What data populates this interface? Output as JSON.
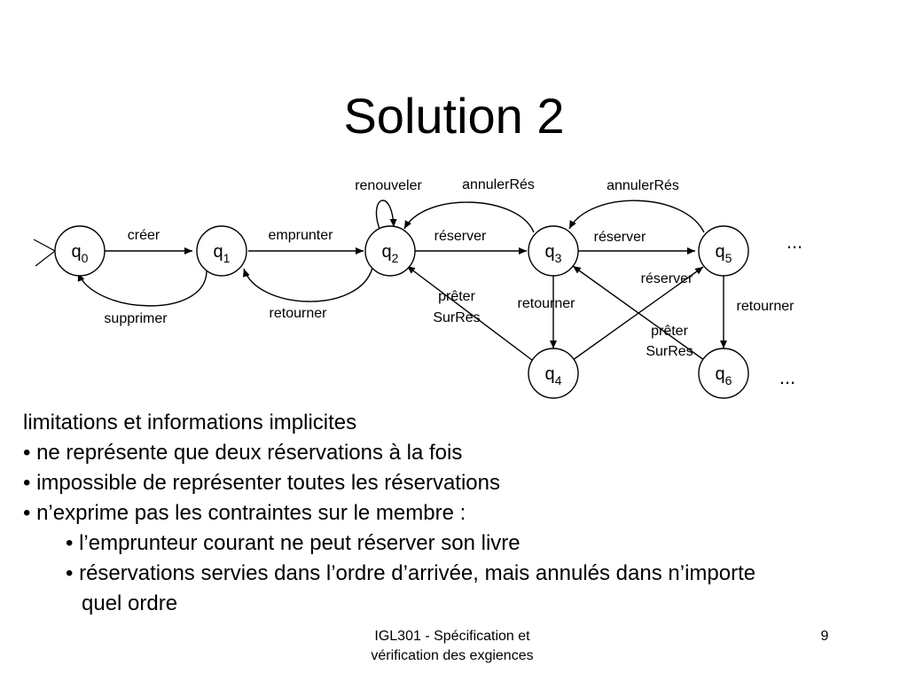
{
  "slide": {
    "title": "Solution 2",
    "page_number": "9",
    "footer_line1": "IGL301 - Spécification et",
    "footer_line2": "vérification des exgiences"
  },
  "diagram": {
    "states": [
      {
        "id": "q0",
        "base": "q",
        "sub": "0"
      },
      {
        "id": "q1",
        "base": "q",
        "sub": "1"
      },
      {
        "id": "q2",
        "base": "q",
        "sub": "2"
      },
      {
        "id": "q3",
        "base": "q",
        "sub": "3"
      },
      {
        "id": "q5",
        "base": "q",
        "sub": "5"
      },
      {
        "id": "q4",
        "base": "q",
        "sub": "4"
      },
      {
        "id": "q6",
        "base": "q",
        "sub": "6"
      }
    ],
    "labels": {
      "creer": "créer",
      "supprimer": "supprimer",
      "emprunter": "emprunter",
      "retourner_q2_q1": "retourner",
      "renouveler": "renouveler",
      "annuler_q3_q2": "annulerRés",
      "reserver_q2_q3": "réserver",
      "annuler_q5_q3": "annulerRés",
      "reserver_q3_q5": "réserver",
      "preter_q4_line1": "prêter",
      "preter_q4_line2": "SurRes",
      "retourner_q3_q4": "retourner",
      "reserver_q4_q5": "réserver",
      "preter_q6_line1": "prêter",
      "preter_q6_line2": "SurRes",
      "retourner_q5_q6": "retourner"
    },
    "ellipsis_top": "...",
    "ellipsis_bottom": "..."
  },
  "content": {
    "heading": "limitations et informations implicites",
    "bullets": [
      "• ne représente que deux réservations à la fois",
      "• impossible de représenter toutes les réservations",
      "• n’exprime pas les contraintes sur le membre :"
    ],
    "sub_bullets": [
      "• l’emprunteur courant ne peut réserver son livre",
      "• réservations servies dans l’ordre d’arrivée, mais annulés dans n’importe",
      "quel ordre"
    ]
  }
}
